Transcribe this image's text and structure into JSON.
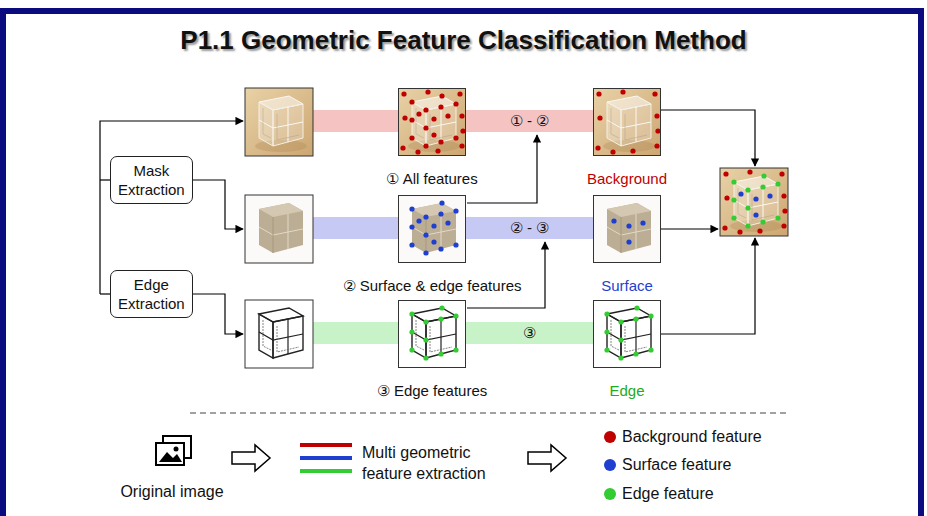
{
  "diagram": {
    "title": "P1.1 Geometric Feature Classification Method",
    "nodes": [
      {
        "text": [
          "Mask Extraction"
        ]
      },
      {
        "text": [
          "① All features"
        ]
      },
      {
        "text": [
          "Background"
        ]
      },
      {
        "text": [
          "② Surface & edge features"
        ]
      },
      {
        "text": [
          "Surface"
        ]
      },
      {
        "text": [
          "Edge Extraction"
        ]
      },
      {
        "text": [
          "③ Edge features"
        ]
      },
      {
        "text": [
          "Edge"
        ]
      }
    ],
    "edges": [
      {
        "from": 1,
        "to": 2,
        "arrow": "none",
        "label": "① - ②"
      },
      {
        "from": 3,
        "to": 4,
        "arrow": "none",
        "label": "② - ③"
      },
      {
        "from": 6,
        "to": 7,
        "arrow": "none",
        "label": "③"
      }
    ],
    "labels": [
      "Original image",
      "Multi geometric feature extraction"
    ],
    "legend": [
      {
        "text": "Background feature",
        "color": "#c00000"
      },
      {
        "text": "Surface feature",
        "color": "#1f3fd0"
      },
      {
        "text": "Edge feature",
        "color": "#33cc33"
      }
    ]
  }
}
